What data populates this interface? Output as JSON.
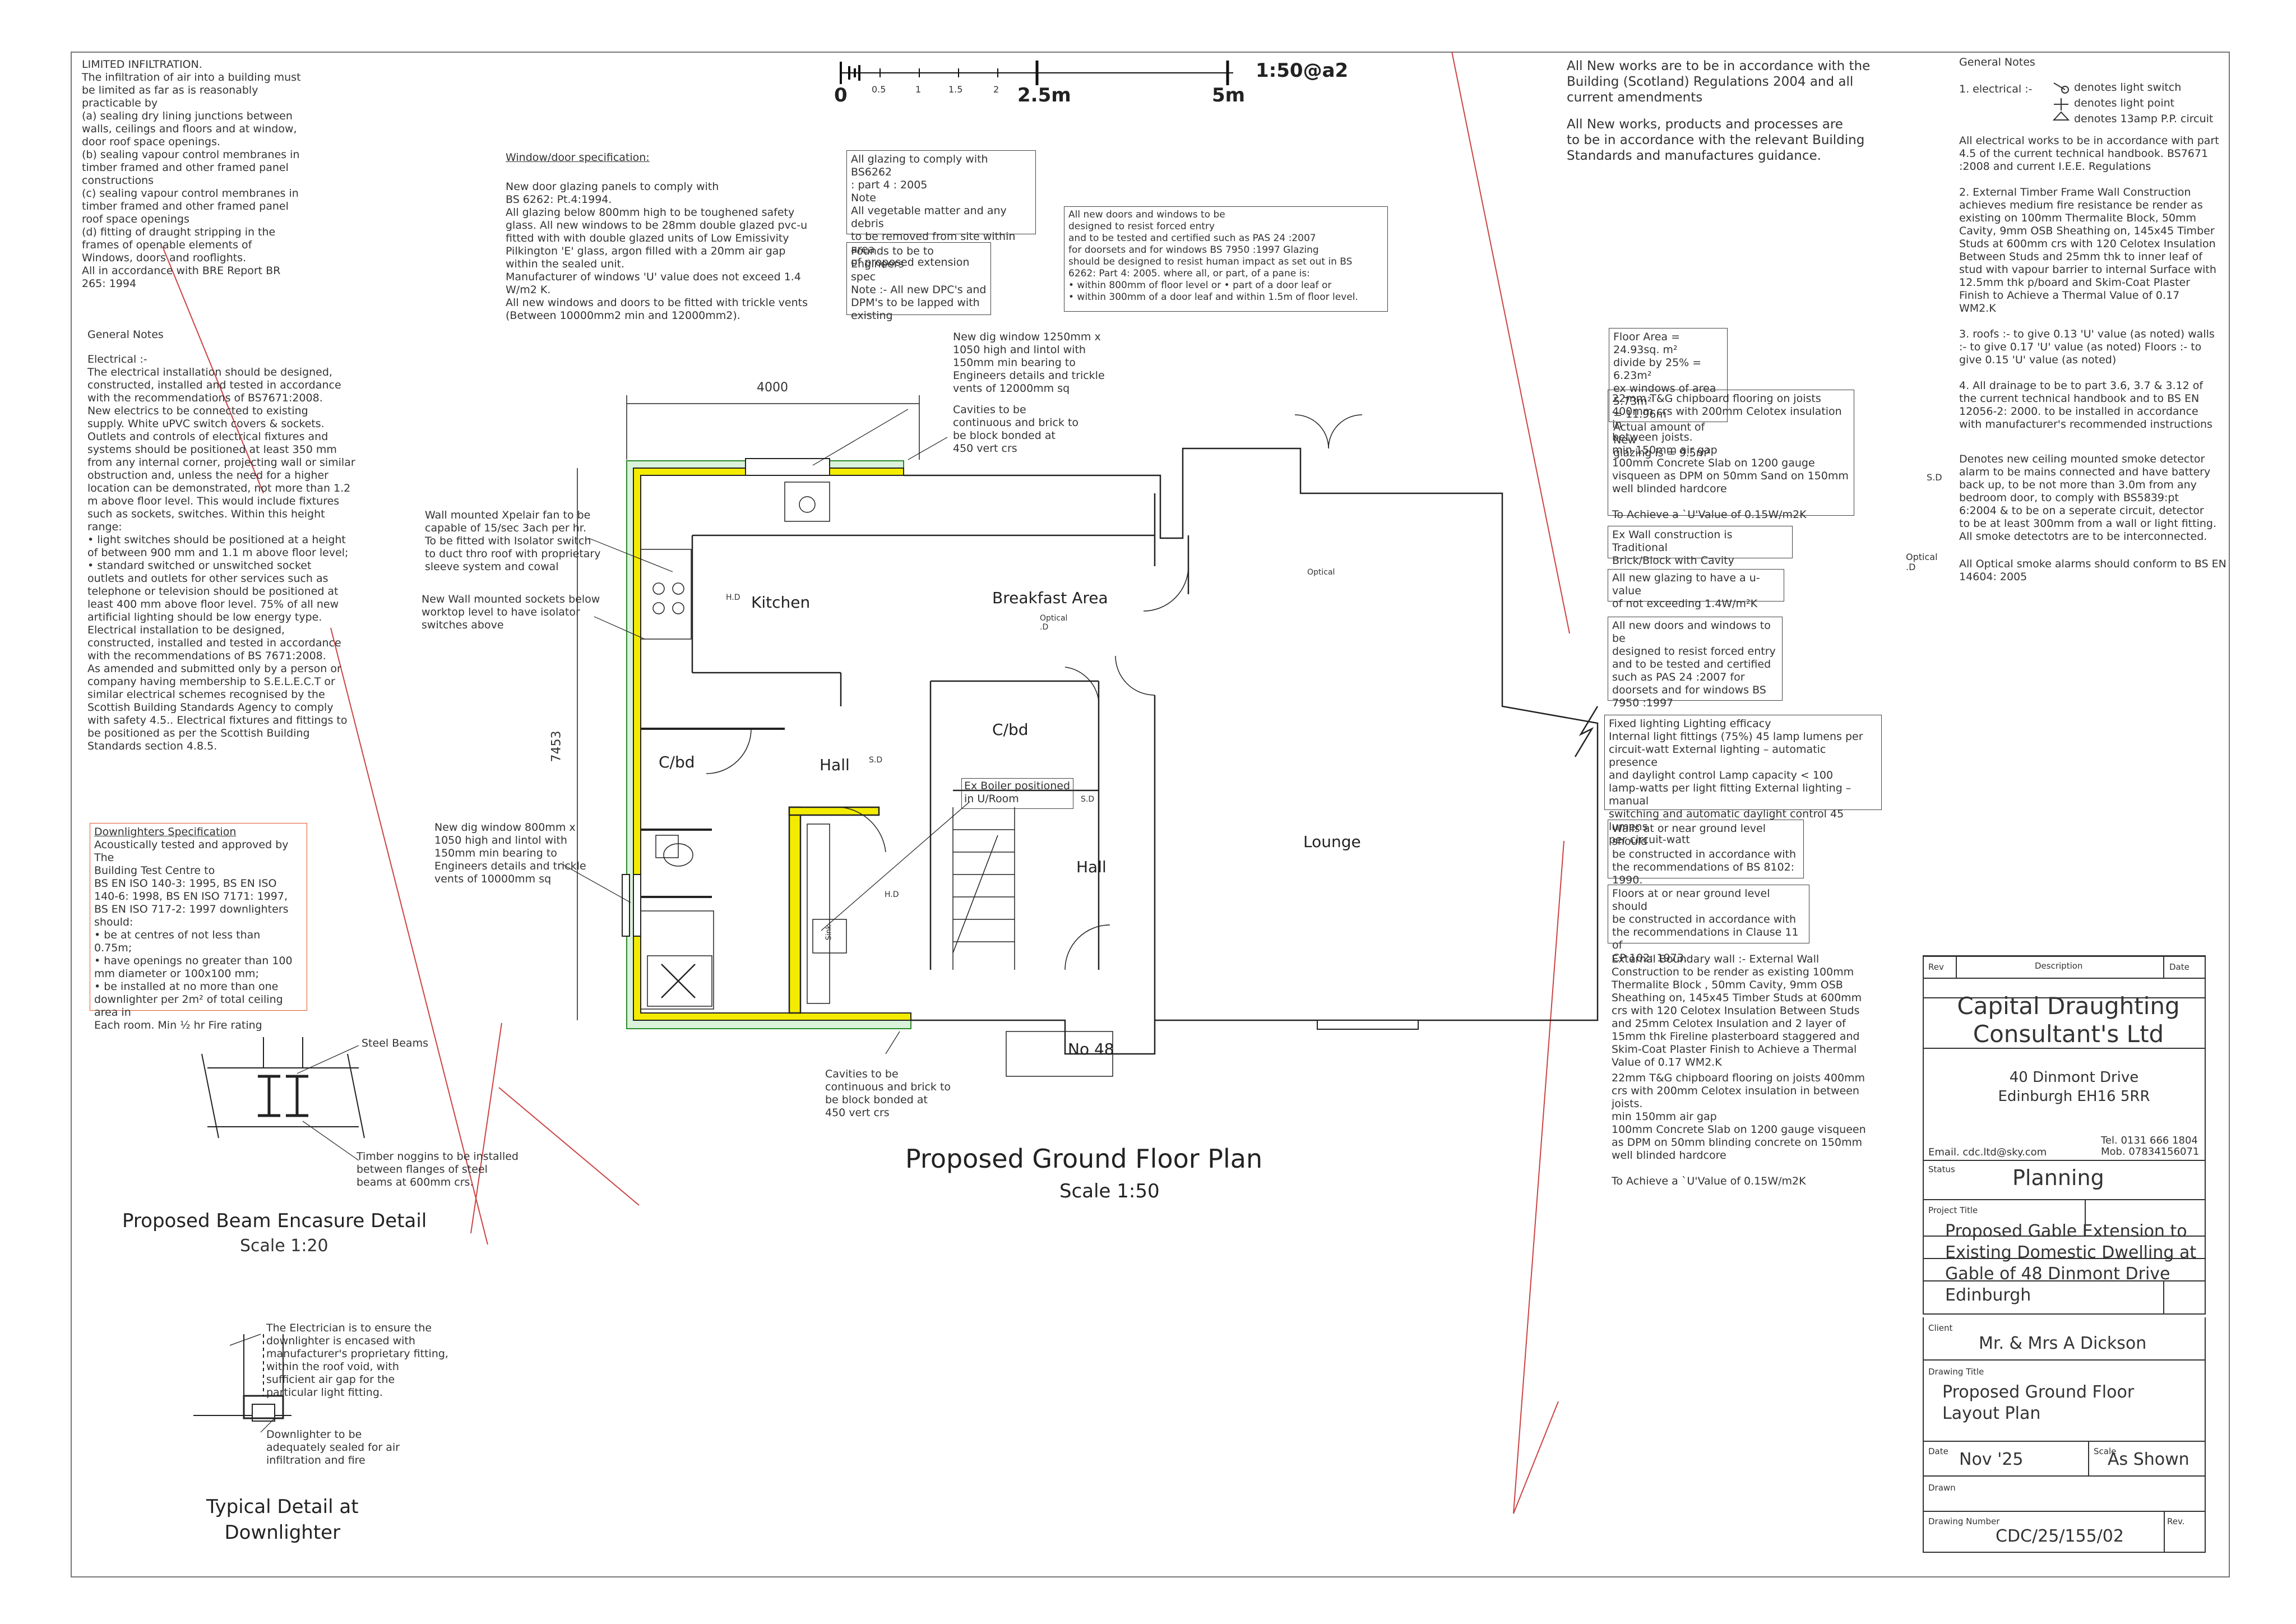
{
  "scale_bar": {
    "ticks": [
      "0",
      "0.5",
      "1",
      "1.5",
      "2",
      "2.5m",
      "5m"
    ],
    "ratio": "1:50@a2"
  },
  "infiltration": "LIMITED INFILTRATION.\nThe infiltration of air into a building must\nbe limited as far as is reasonably\npracticable by\n(a) sealing dry lining junctions between\nwalls, ceilings and floors and at window,\ndoor roof space openings.\n(b) sealing vapour control membranes in\ntimber framed and other framed panel\nconstructions\n(c) sealing vapour control membranes in\ntimber framed and other framed panel\nroof space openings\n(d) fitting of draught stripping in the\nframes of openable elements of\nWindows, doors and rooflights.\nAll in accordance with BRE Report BR\n265: 1994",
  "general_notes_left": {
    "title": "General Notes",
    "body": "Electrical :-\nThe electrical installation should be designed,\nconstructed, installed and tested in accordance\nwith the recommendations of BS7671:2008.\nNew electrics to be connected to existing\nsupply. White uPVC switch covers & sockets.\nOutlets and controls of electrical fixtures and\nsystems should be positioned at least 350 mm\nfrom any internal corner, projecting wall or similar\nobstruction and, unless the need for a higher\nlocation can be demonstrated, not more than 1.2\nm above floor level. This would include fixtures\nsuch as sockets, switches. Within this height\nrange:\n• light switches should be positioned at a height\nof between 900 mm and 1.1 m above floor level;\n• standard switched or unswitched socket\noutlets and outlets for other services such as\ntelephone or television should be positioned at\nleast 400 mm above floor level. 75% of all new\nartificial lighting should be low energy type.\nElectrical installation to be designed,\nconstructed, installed and tested in accordance\nwith the recommendations of BS 7671:2008.\nAs amended and submitted only by a person or\ncompany having membership to S.E.L.E.C.T or\nsimilar electrical schemes recognised by the\nScottish Building Standards Agency to comply\nwith safety 4.5.. Electrical fixtures and fittings to\nbe positioned as per the Scottish Building\nStandards section 4.8.5."
  },
  "downlighters": {
    "title": "Downlighters Specification",
    "body": "Acoustically tested and approved by The\nBuilding Test Centre to\nBS EN ISO 140-3: 1995, BS EN ISO\n140-6: 1998, BS EN ISO 7171: 1997,\nBS EN ISO 717-2: 1997 downlighters\nshould:\n•      be at centres of not less than\n0.75m;\n•      have openings no greater than 100\nmm diameter or 100x100 mm;\n•      be installed at no more than one\ndownlighter per 2m² of total ceiling area in\nEach room. Min ½ hr Fire rating"
  },
  "beam_detail": {
    "steel_beams": "Steel Beams",
    "noggins": "Timber noggins to be installed\nbetween flanges of steel\nbeams at 600mm crs.",
    "title": "Proposed Beam Encasure Detail",
    "scale": "Scale 1:20"
  },
  "downlighter_detail": {
    "note1": "The Electrician is to ensure the\ndownlighter is encased with\nmanufacturer's proprietary fitting,\nwithin the roof void, with\nsufficient air gap for the\nparticular light fitting.",
    "note2": "Downlighter to be\nadequately sealed for air\ninfiltration and fire",
    "title": "Typical Detail at\nDownlighter"
  },
  "window_door_spec": {
    "title": "Window/door specification:",
    "body": "New door glazing panels to comply with\nBS 6262: Pt.4:1994.\nAll glazing below 800mm high to be toughened safety\nglass. All new windows to be 28mm double glazed pvc-u\nfitted with with double glazed units of Low Emissivity\nPilkington 'E' glass, argon filled with a 20mm air gap\nwithin the sealed unit.\nManufacturer of windows  'U' value does not exceed 1.4\nW/m2 K.\nAll new windows and doors to be fitted with trickle vents\n(Between 10000mm2 min and 12000mm2)."
  },
  "glazing_box": "All glazing to comply with BS6262\n: part 4 : 2005\nNote\nAll vegetable matter and any debris\nto be removed from site within area\nof proposed extension",
  "founds_box": "Founds to be to Engineers\nspec\nNote :- All new DPC's and\nDPM's to be lapped with\nexisting",
  "doors_box": "All new doors and windows to be\ndesigned to resist forced entry\nand to be tested and certified such as PAS 24 :2007\nfor doorsets and for windows BS 7950 :1997 Glazing\nshould be designed to resist human impact as set out in BS\n6262: Part 4: 2005. where all, or part, of a pane is:\n• within 800mm of floor level or • part of a door leaf or\n• within 300mm of a door leaf and within 1.5m of floor level.",
  "plan_notes": {
    "dig_window_top": "New dig window 1250mm x\n1050 high and lintol with\n150mm min bearing to\nEngineers details and trickle\nvents of 12000mm sq",
    "cavities_top": "Cavities to be\ncontinuous and brick to\nbe block bonded at\n450 vert crs",
    "fan": "Wall mounted Xpelair fan to be\ncapable of 15/sec 3ach per hr.\nTo be fitted with Isolator switch\nto duct thro roof with proprietary\nsleeve system and cowal",
    "sockets": "New Wall mounted sockets below\nworktop level to have isolator\nswitches above",
    "dig_window_left": "New dig window 800mm x\n1050 high and lintol with\n150mm min bearing to\nEngineers details and trickle\nvents of 10000mm sq",
    "cavities_bottom": "Cavities to be\ncontinuous and brick to\nbe block bonded at\n450 vert crs",
    "boiler": "Ex Boiler positioned\nin U/Room",
    "dim_width": "4000",
    "dim_height": "7453"
  },
  "rooms": {
    "kitchen": "Kitchen",
    "breakfast": "Breakfast Area",
    "cbd1": "C/bd",
    "cbd2": "C/bd",
    "hall1": "Hall",
    "hall2": "Hall",
    "lounge": "Lounge",
    "no48": "No 48",
    "hd1": "H.D",
    "hd2": "H.D",
    "sd1": "S.D",
    "sd2": "S.D",
    "optical1": "Optical\n.D",
    "optical2": "Optical",
    "sink": "Sink"
  },
  "plan_title": "Proposed Ground Floor Plan",
  "plan_scale": "Scale 1:50",
  "regs": "All New works are to be in accordance with the\nBuilding (Scotland) Regulations 2004 and all\ncurrent amendments",
  "regs2": "All New works, products and processes are\nto be in accordance with the relevant Building\nStandards and manufactures guidance.",
  "floor_area": "Floor Area = 24.93sq. m²\ndivide by 25% = 6.23m²\nex windows of area 5.73m²\n= 11.96m\nActual amount of  New\nglazing is = 9.5m²",
  "flooring": "22mm T&G chipboard flooring on joists\n400mm crs with 200mm Celotex insulation in\nbetween joists.\nmin 150mm air gap\n100mm Concrete Slab on 1200 gauge\nvisqueen as DPM on  50mm Sand on 150mm\nwell blinded hardcore\n\nTo Achieve a `U'Value of 0.15W/m2K",
  "ex_wall": "Ex Wall construction is Traditional\nBrick/Block with Cavity",
  "new_glazing": "All new glazing to have a u-value\nof not exceeding 1.4W/m²K",
  "new_doors": "All new doors and windows to be\ndesigned to resist forced entry\nand to be tested and certified\nsuch as PAS 24 :2007 for\ndoorsets and for windows BS\n7950 :1997",
  "lighting": "Fixed lighting Lighting efficacy\nInternal light fittings (75%) 45 lamp lumens per\ncircuit-watt External lighting – automatic presence\nand daylight control Lamp capacity < 100\nlamp-watts per light fitting External lighting – manual\nswitching and automatic daylight control 45 lumens\nper circuit-watt",
  "walls_ground": "Walls at or near ground level should\nbe constructed in accordance with\nthe recommendations of BS 8102:\n1990.",
  "floors_ground": "Floors at or near ground level should\nbe constructed in accordance with\nthe recommendations in Clause 11 of\nCP 102: 1973.",
  "external_wall": "External Boundary wall :- External Wall\nConstruction to be  render as existing 100mm\nThermalite Block , 50mm Cavity, 9mm OSB\nSheathing on, 145x45 Timber Studs at 600mm\ncrs with 120 Celotex Insulation Between Studs\nand 25mm Celotex Insulation and 2 layer of\n15mm thk Fireline plasterboard staggered and\nSkim-Coat Plaster Finish to Achieve a Thermal\nValue of 0.17 WM2.K",
  "flooring2": "22mm T&G chipboard flooring on joists 400mm\ncrs with 200mm Celotex insulation in between\njoists.\nmin 150mm air gap\n100mm Concrete Slab on 1200 gauge visqueen\nas DPM on  50mm blinding concrete on 150mm\nwell blinded hardcore\n\nTo Achieve a `U'Value of 0.15W/m2K",
  "general_notes_right": {
    "title": "General Notes",
    "electrical": "1. electrical :-",
    "legend": [
      "denotes light switch",
      "denotes light point",
      "denotes 13amp P.P. circuit"
    ],
    "body": "All electrical works to be in accordance with part\n4.5 of the current  technical handbook. BS7671\n:2008  and current I.E.E. Regulations\n\n2. External Timber Frame Wall Construction\nachieves medium fire resistance be render as\nexisting on 100mm Thermalite Block, 50mm\nCavity, 9mm OSB Sheathing on, 145x45 Timber\nStuds at 600mm crs with 120 Celotex Insulation\nBetween Studs and 25mm thk to inner leaf of\nstud with vapour barrier to internal Surface with\n12.5mm thk p/board and Skim-Coat Plaster\nFinish to Achieve a Thermal Value of 0.17\nWM2.K\n\n3. roofs :- to give 0.13 'U' value (as noted) walls\n:- to give 0.17 'U' value (as noted) Floors :- to\ngive 0.15 'U' value (as noted)\n\n4. All drainage to be to part 3.6, 3.7 & 3.12 of\nthe current  technical handbook and to BS EN\n12056-2: 2000. to be installed in accordance\nwith manufacturer's recommended instructions",
    "smoke": "Denotes new ceiling mounted smoke detector\nalarm to be mains connected and have battery\nback up, to be not more than 3.0m from any\nbedroom door, to comply with BS5839:pt\n6:2004 & to be on a seperate circuit, detector\nto be at least 300mm from a wall or light fitting.\nAll smoke detectotrs are to be interconnected.",
    "sd_label": "S.D",
    "optical_label": "Optical\n.D",
    "optical_note": "All Optical smoke alarms should conform to BS EN\n14604: 2005"
  },
  "title_block": {
    "rev_h": "Rev",
    "desc_h": "Description",
    "date_h": "Date",
    "company": "Capital Draughting\nConsultant's Ltd",
    "address": "40 Dinmont Drive\nEdinburgh EH16 5RR",
    "email": "Email. cdc.ltd@sky.com",
    "tel": "Tel. 0131 666 1804\nMob. 07834156071",
    "status_l": "Status",
    "status": "Planning",
    "project_l": "Project Title",
    "project": "Proposed Gable Extension to\nExisting Domestic Dwelling at\nGable of 48 Dinmont Drive\nEdinburgh",
    "client_l": "Client",
    "client": "Mr. & Mrs A Dickson",
    "dtitle_l": "Drawing Title",
    "dtitle": "Proposed Ground Floor\nLayout Plan",
    "date_l": "Date",
    "date": "Nov '25",
    "scale_l": "Scale",
    "scale": "As Shown",
    "drawn_l": "Drawn",
    "number_l": "Drawing Number",
    "number": "CDC/25/155/02",
    "rev_l": "Rev."
  }
}
